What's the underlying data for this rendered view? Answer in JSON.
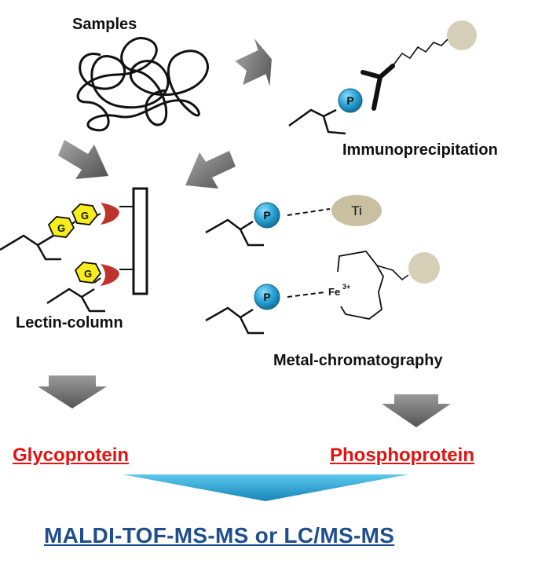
{
  "labels": {
    "samples": "Samples",
    "immunoprecipitation": "Immunoprecipitation",
    "lectin_column": "Lectin-column",
    "metal_chromatography": "Metal-chromatography",
    "glycoprotein": "Glycoprotein",
    "phosphoprotein": "Phosphoprotein",
    "final_method": "MALDI-TOF-MS-MS  or  LC/MS-MS"
  },
  "symbols": {
    "phospho": "P",
    "glycan": "G",
    "titanium": "Ti",
    "iron": "Fe",
    "iron_charge": "3+"
  },
  "colors": {
    "phospho_ball": "#29a3d6",
    "glycan_hex": "#f5ee1c",
    "lectin": "#c0332c",
    "bead": "#d6cfb8",
    "arrow": "#6e6e6e",
    "funnel": "#29b3e0",
    "highlight_text": "#e3110f",
    "method_text": "#1f4e8c"
  }
}
